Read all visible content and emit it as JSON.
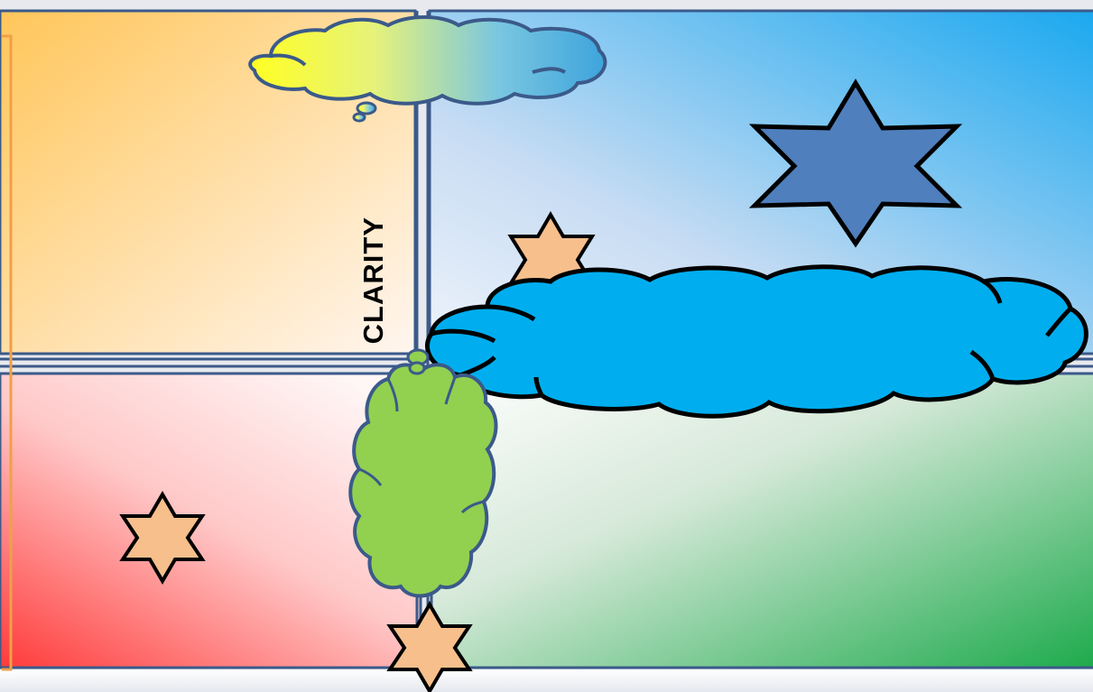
{
  "axis": {
    "vertical_label": "CLARITY"
  },
  "quadrants": [
    {
      "name": "top-left",
      "color_from": "#ffc65a",
      "color_to": "#fff6f0"
    },
    {
      "name": "top-right",
      "color_from": "#d9e6f6",
      "color_to": "#1aa8ef"
    },
    {
      "name": "bottom-left",
      "color_from": "#fff2f2",
      "color_to": "#ff3a3a"
    },
    {
      "name": "bottom-right",
      "color_from": "#ffffff",
      "color_to": "#1daa4c"
    }
  ],
  "colors": {
    "frame_border": "#3b5a8a",
    "outer_border": "#f0a048",
    "star_small_fill": "#f6bf8c",
    "star_large_fill": "#4f7fbd",
    "cloud_large_fill": "#00aeef",
    "cloud_green_fill": "#92d050",
    "thought_cloud_gradient": [
      "#ffff22",
      "#e6f27a",
      "#79c6e0",
      "#3ea4dc"
    ],
    "outline": "#000000"
  },
  "shapes": {
    "stars": [
      {
        "name": "star-large-blue",
        "fill": "large"
      },
      {
        "name": "star-top-right-small",
        "fill": "small"
      },
      {
        "name": "star-bottom-left",
        "fill": "small"
      },
      {
        "name": "star-bottom-center",
        "fill": "small"
      }
    ],
    "clouds": [
      {
        "name": "thought-cloud-top"
      },
      {
        "name": "cloud-large-blue"
      },
      {
        "name": "cloud-green-vertical"
      }
    ]
  }
}
